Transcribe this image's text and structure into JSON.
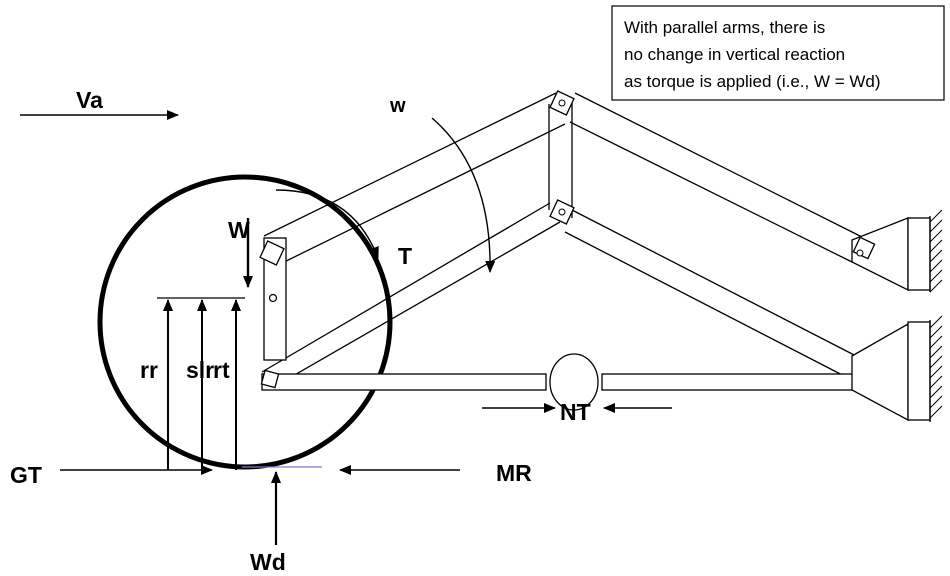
{
  "note": {
    "line1": "With parallel arms, there is",
    "line2": "no change in vertical reaction",
    "line3": "as torque is applied (i.e., W = Wd)"
  },
  "labels": {
    "Va": "Va",
    "w": "w",
    "W": "W",
    "T": "T",
    "rr": "rr",
    "slr": "slr",
    "rt": "rt",
    "GT": "GT",
    "MR": "MR",
    "NT": "NT",
    "Wd": "Wd"
  }
}
